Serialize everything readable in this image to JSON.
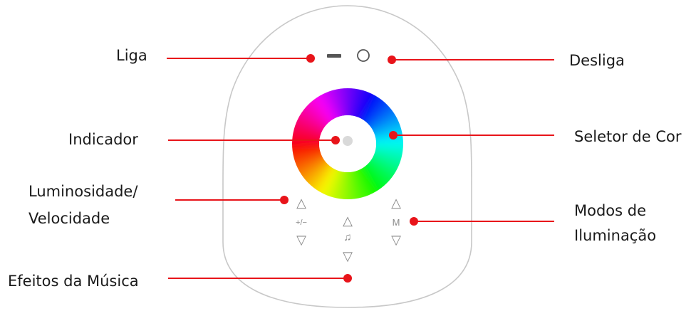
{
  "labels": {
    "power_on": "Liga",
    "power_off": "Desliga",
    "indicator": "Indicador",
    "color_selector": "Seletor de Cor",
    "brightness_line1": "Luminosidade/",
    "brightness_line2": "Velocidade",
    "modes_line1": "Modos de",
    "modes_line2": "Iluminação",
    "music_effects": "Efeitos da Música"
  },
  "remote": {
    "on_symbol": "—",
    "off_symbol": "○",
    "up_symbol": "△",
    "down_symbol": "▽",
    "brightness_key": "+/−",
    "music_key": "♫",
    "mode_key": "M"
  },
  "colors": {
    "callout": "#e8141a",
    "remote_outline": "#c8c8c8",
    "key_glyph": "#8a8a8a"
  }
}
